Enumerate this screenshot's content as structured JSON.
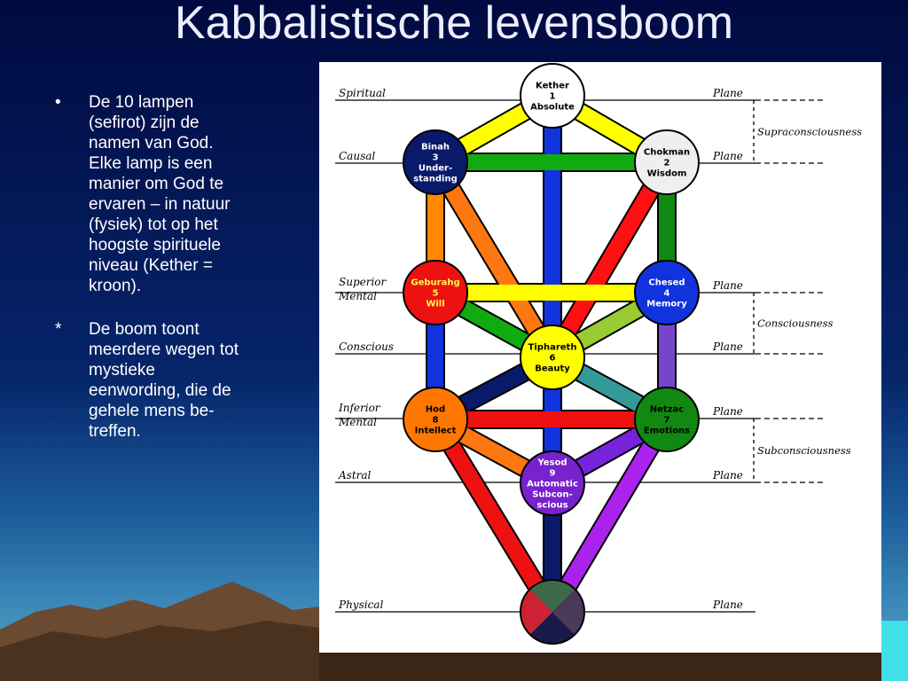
{
  "slide": {
    "title": "Kabbalistische levensboom",
    "bullets": [
      {
        "marker": "•",
        "lines": [
          "De 10 lampen",
          "(sefirot) zijn de",
          "namen van God.",
          "Elke lamp is een",
          "manier om God te",
          "ervaren – in natuur",
          "(fysiek) tot op het",
          "hoogste spirituele",
          "niveau  (Kether =",
          "kroon)."
        ]
      },
      {
        "marker": "*",
        "lines": [
          "De boom toont",
          "meerdere wegen tot",
          "mystieke",
          "eenwording, die de",
          "gehele mens be-",
          "treffen."
        ]
      }
    ]
  },
  "diagram": {
    "planes": [
      {
        "left": "Spiritual",
        "right": "Plane"
      },
      {
        "left": "Causal",
        "right": "Plane"
      },
      {
        "left": "Superior",
        "left2": "Mental",
        "right": "Plane"
      },
      {
        "left": "Conscious",
        "right": "Plane"
      },
      {
        "left": "Inferior",
        "left2": "Mental",
        "right": "Plane"
      },
      {
        "left": "Astral",
        "right": "Plane"
      },
      {
        "left": "Physical",
        "right": "Plane"
      }
    ],
    "states": [
      "Supraconsciousness",
      "Consciousness",
      "Subconsciousness"
    ],
    "sefirot": [
      {
        "name": "Kether",
        "number": "1",
        "meaning": "Absolute",
        "color": "#ffffff",
        "text_color": "#000000"
      },
      {
        "name": "Chokman",
        "number": "2",
        "meaning": "Wisdom",
        "color": "#efefef",
        "text_color": "#000000"
      },
      {
        "name": "Binah",
        "number": "3",
        "meaning": "Under-",
        "meaning2": "standing",
        "color": "#0a1a6a",
        "text_color": "#ffffff"
      },
      {
        "name": "Chesed",
        "number": "4",
        "meaning": "Memory",
        "color": "#1133dd",
        "text_color": "#ffffff"
      },
      {
        "name": "Geburahg",
        "number": "5",
        "meaning": "Will",
        "color": "#ee1111",
        "text_color": "#ffff44"
      },
      {
        "name": "Tiphareth",
        "number": "6",
        "meaning": "Beauty",
        "color": "#ffff00",
        "text_color": "#000000"
      },
      {
        "name": "Netzac",
        "number": "7",
        "meaning": "Emotions",
        "color": "#118811",
        "text_color": "#000000"
      },
      {
        "name": "Hod",
        "number": "8",
        "meaning": "Intellect",
        "color": "#ff7700",
        "text_color": "#000000"
      },
      {
        "name": "Yesod",
        "number": "9",
        "meaning": "Automatic",
        "meaning2": "Subcon-",
        "meaning3": "scious",
        "color": "#7722cc",
        "text_color": "#ffffff"
      }
    ],
    "malkuth_colors": [
      "#3a6a4a",
      "#4a3a5a",
      "#1a1a4a",
      "#cc2233"
    ],
    "path_colors": {
      "kether_binah": "#ffff00",
      "kether_chokman": "#ffff00",
      "kether_tiphareth": "#1133dd",
      "binah_chokman": "#11aa11",
      "binah_geburah": "#ff8800",
      "binah_tiphareth": "#ff7711",
      "chokman_chesed": "#118811",
      "chokman_tiphareth": "#ff1111",
      "geburah_chesed": "#ffff00",
      "geburah_tiphareth": "#11aa11",
      "chesed_tiphareth": "#99cc33",
      "geburah_hod": "#1133dd",
      "chesed_netzac": "#7744cc",
      "tiphareth_hod": "#0a1a6a",
      "tiphareth_netzac": "#339999",
      "tiphareth_yesod": "#1133dd",
      "hod_netzac": "#ee1111",
      "hod_yesod": "#ff7711",
      "netzac_yesod": "#7722dd",
      "hod_malkuth": "#ee1111",
      "netzac_malkuth": "#aa22ee",
      "yesod_malkuth": "#0a1a6a"
    }
  }
}
